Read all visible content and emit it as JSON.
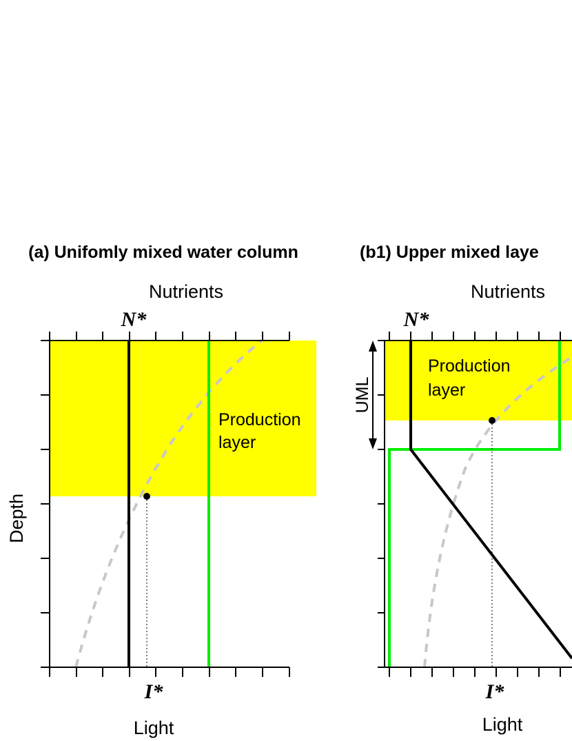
{
  "panel_a": {
    "title": "(a) Unifomly mixed water column",
    "top_axis_label": "Nutrients",
    "bottom_axis_label": "Light",
    "left_axis_label": "Depth",
    "n_star": "N*",
    "i_star": "I*",
    "production_layer": [
      "Production",
      "layer"
    ]
  },
  "panel_b1": {
    "title": "(b1) Upper mixed laye",
    "top_axis_label": "Nutrients",
    "bottom_axis_label": "Light",
    "uml_label": "UML",
    "n_star": "N*",
    "i_star": "I*",
    "production_layer": [
      "Production",
      "layer"
    ]
  },
  "colors": {
    "production_layer": "#ffff00",
    "nutrient_line": "#000000",
    "population_line": "#00ee00",
    "light_curve": "#c8c8c8",
    "point": "#000000"
  },
  "icons": [
    "arrow-up-icon",
    "arrow-down-icon"
  ]
}
